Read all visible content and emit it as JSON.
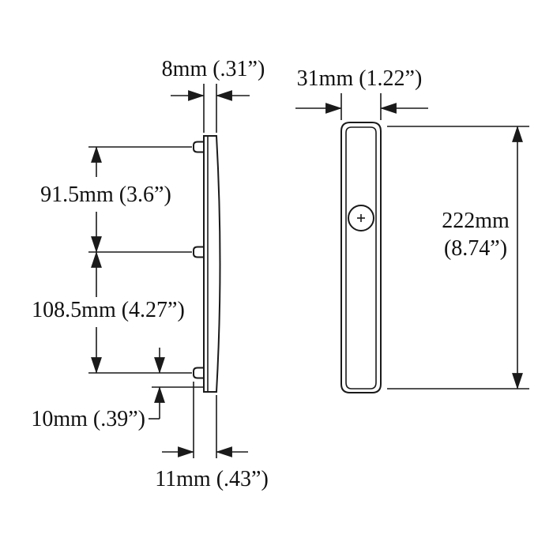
{
  "diagram": {
    "dimensions": {
      "top_thickness": "8mm (.31”)",
      "front_width": "31mm (1.22”)",
      "upper_hole_spacing": "91.5mm (3.6”)",
      "lower_hole_spacing": "108.5mm (4.27”)",
      "bottom_offset": "10mm (.39”)",
      "bottom_thickness": "11mm (.43”)",
      "overall_height_line1": "222mm",
      "overall_height_line2": "(8.74”)"
    },
    "colors": {
      "line": "#1a1a1a",
      "background": "#ffffff"
    }
  }
}
